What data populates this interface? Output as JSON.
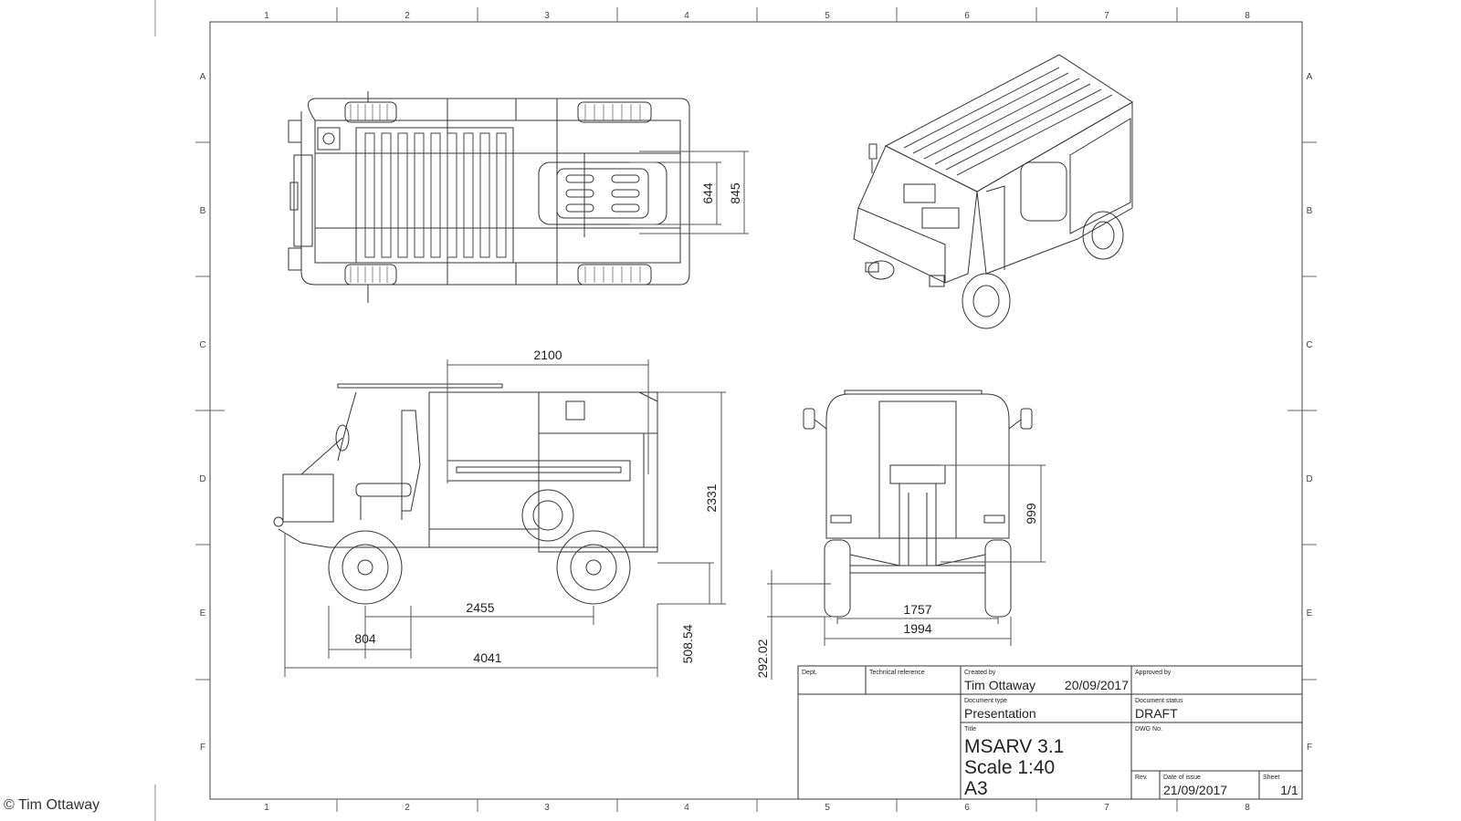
{
  "zones": {
    "columns": [
      "1",
      "2",
      "3",
      "4",
      "5",
      "6",
      "7",
      "8"
    ],
    "rows": [
      "A",
      "B",
      "C",
      "D",
      "E",
      "F"
    ]
  },
  "dimensions": {
    "top_view": {
      "inner_width": "644",
      "outer_width": "845"
    },
    "side_view": {
      "upper_length": "2100",
      "height": "2331",
      "wheelbase": "2455",
      "front_overhang": "804",
      "overall_length": "4041",
      "ground_clearance": "508.54"
    },
    "front_view": {
      "mid_height": "999",
      "track": "1757",
      "overall_width": "1994",
      "low_height": "292.02"
    }
  },
  "title_block": {
    "dept_label": "Dept.",
    "tech_ref_label": "Technical reference",
    "created_by_label": "Created by",
    "created_by": "Tim Ottaway",
    "created_date": "20/09/2017",
    "approved_by_label": "Approved by",
    "doc_type_label": "Document type",
    "doc_type": "Presentation",
    "doc_status_label": "Document status",
    "doc_status": "DRAFT",
    "title_label": "Title",
    "title": "MSARV 3.1",
    "scale": "Scale 1:40",
    "paper_size": "A3",
    "dwg_no_label": "DWG No.",
    "rev_label": "Rev.",
    "issue_date_label": "Date of issue",
    "issue_date": "21/09/2017",
    "sheet_label": "Sheet",
    "sheet": "1/1"
  },
  "copyright": "© Tim Ottaway"
}
